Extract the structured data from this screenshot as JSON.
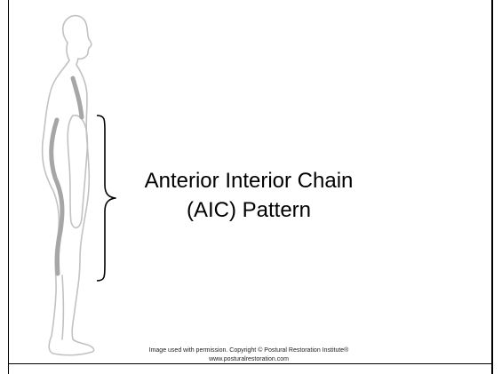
{
  "slide": {
    "title_line1": "Anterior Interior Chain",
    "title_line2": "(AIC) Pattern",
    "credit_line1": "Image used with permission. Copyright © Postural Restoration Institute®",
    "credit_line2": "www.posturalrestoration.com"
  },
  "colors": {
    "outline": "#c2c2c2",
    "chain": "#a6a6a6",
    "text": "#000000"
  }
}
